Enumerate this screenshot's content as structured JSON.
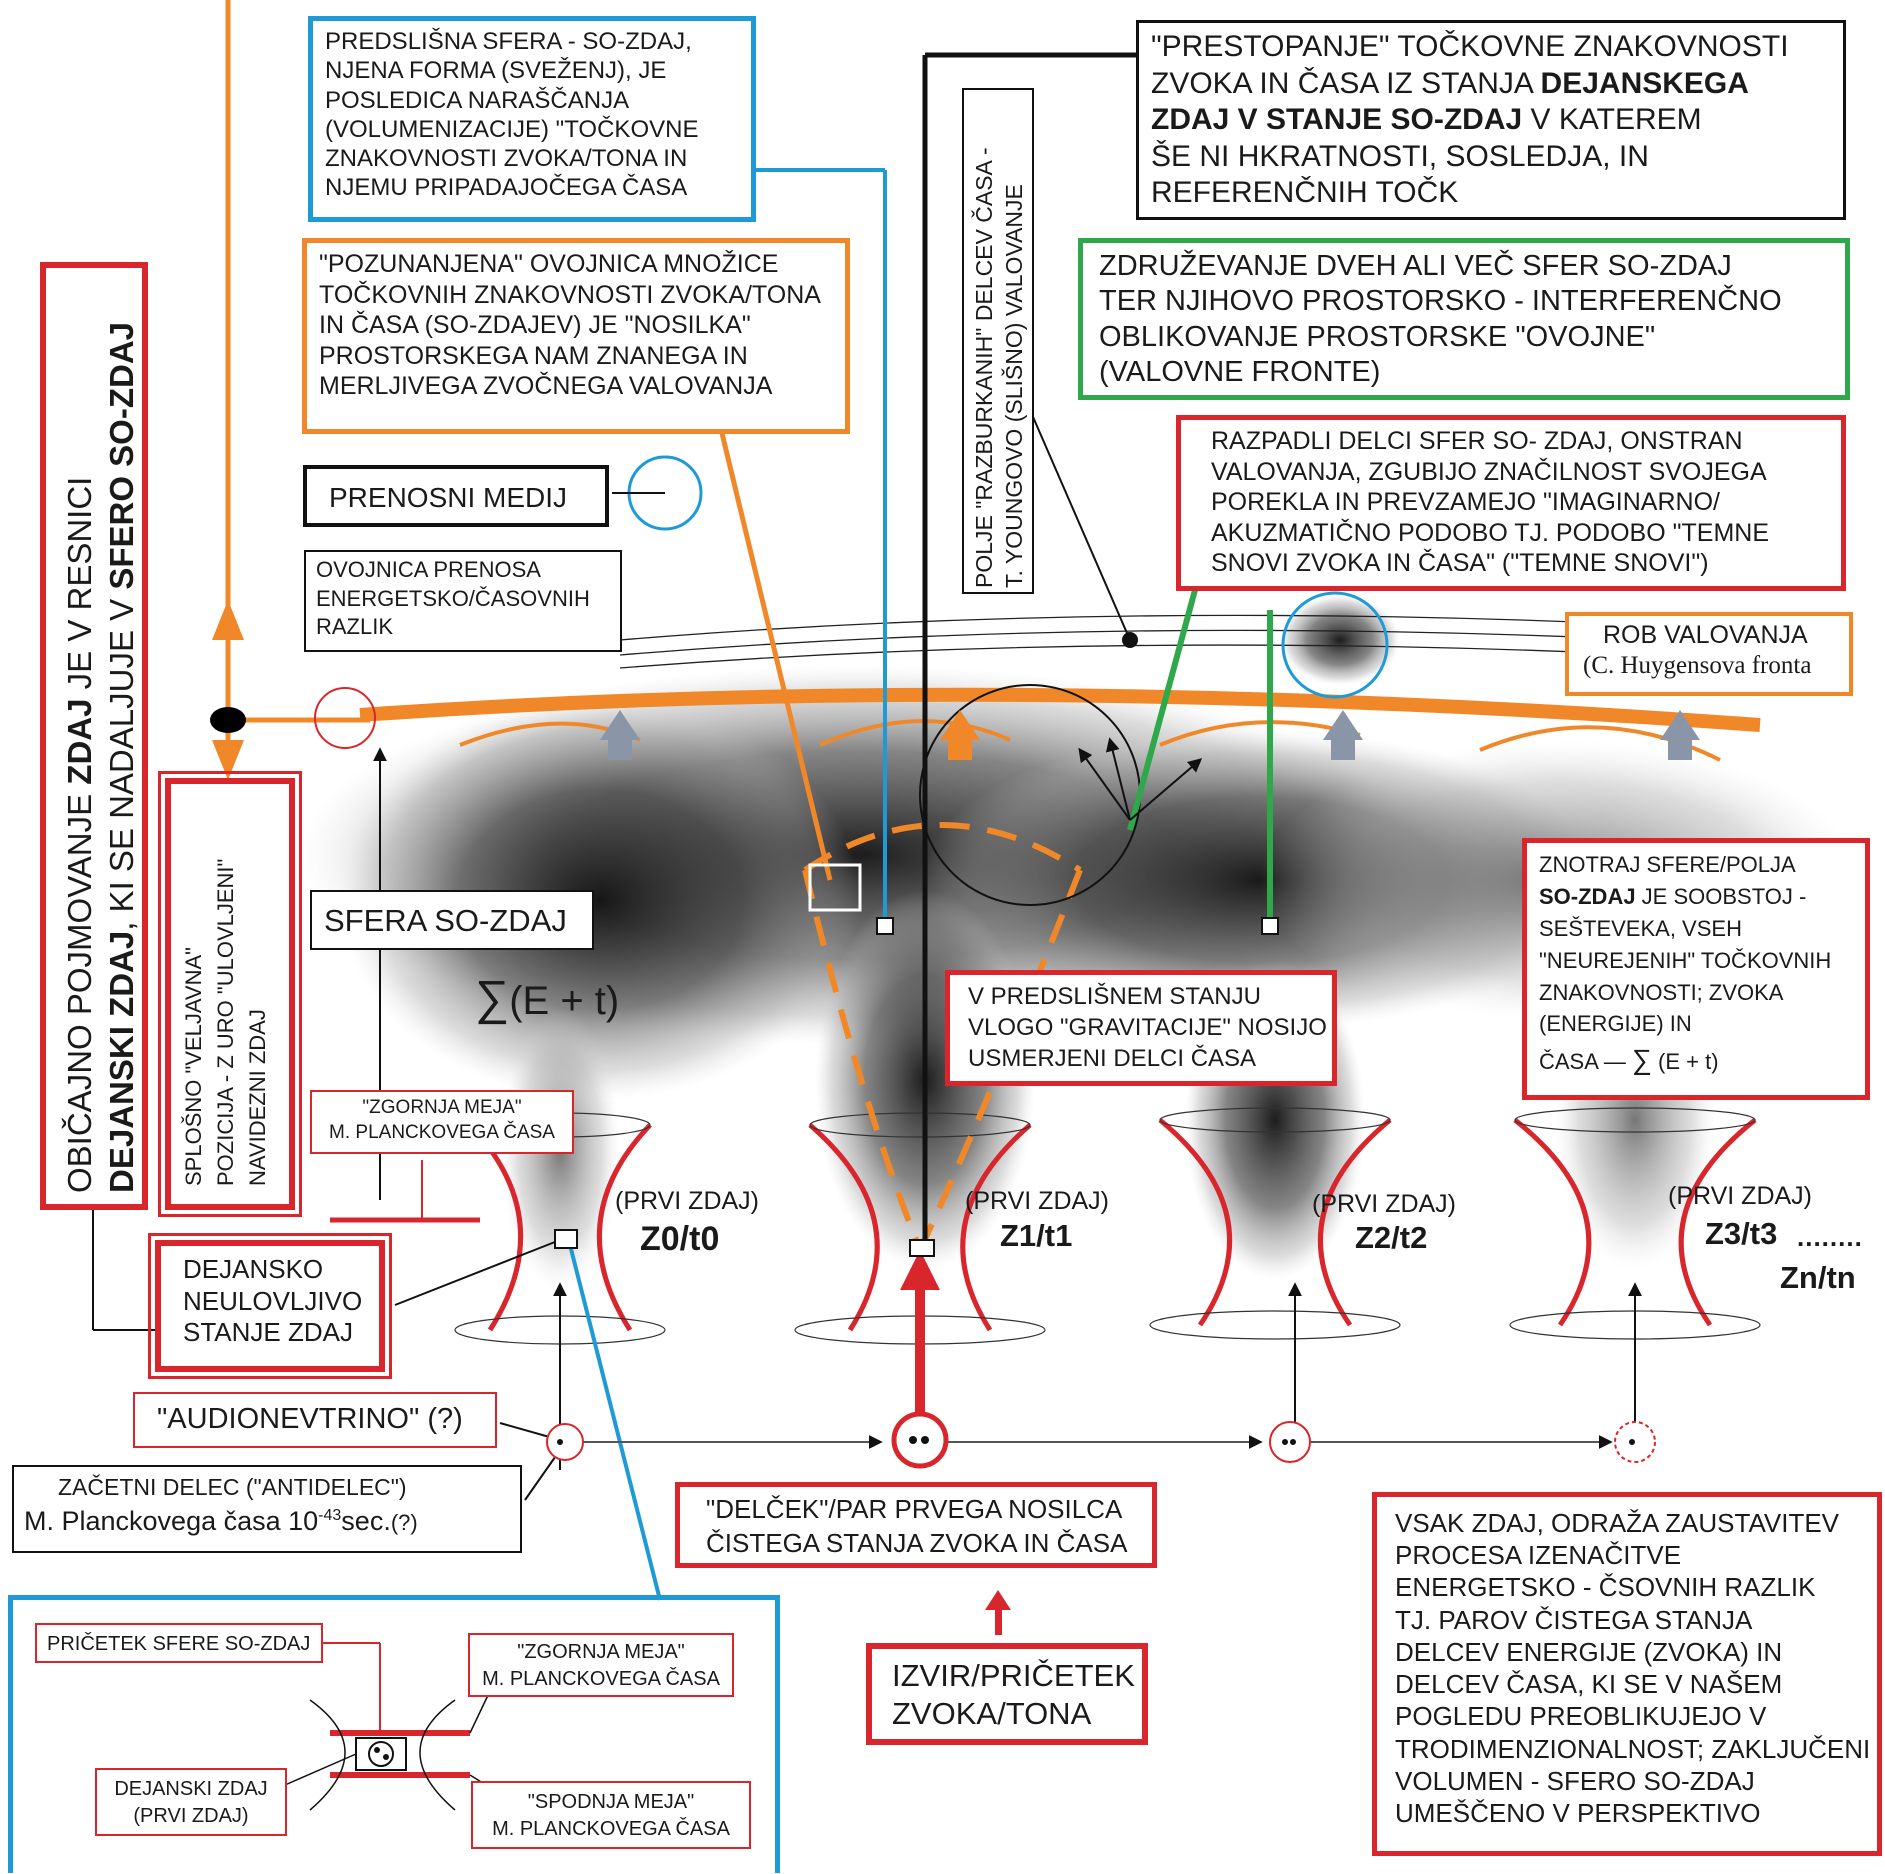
{
  "colors": {
    "orange": "#f0882a",
    "blue": "#1e9ad6",
    "green": "#2ea84a",
    "red": "#d9262c",
    "black": "#111111"
  },
  "boxes": {
    "predsl": [
      "PREDSLIŠNA SFERA - SO-ZDAJ,",
      "NJENA FORMA (SVEŽENJ), JE",
      "POSLEDICA NARAŠČANJA",
      "(VOLUMENIZACIJE) \"TOČKOVNE",
      "ZNAKOVNOSTI ZVOKA/TONA IN",
      "NJEMU PRIPADAJOČEGA ČASA"
    ],
    "prestop": [
      "\"PRESTOPANJE\" TOČKOVNE ZNAKOVNOSTI",
      "ZVOKA IN ČASA IZ STANJA ",
      "ZDAJ V STANJE ",
      "ŠE NI HKRATNOSTI, SOSLEDJA, IN",
      "REFERENČNIH TOČK"
    ],
    "prestop_bold": [
      "DEJANSKEGA",
      "SO-ZDAJ"
    ],
    "prestop_after": " V KATEREM",
    "pozun": [
      "\"POZUNANJENA\" OVOJNICA MNOŽICE",
      "TOČKOVNIH ZNAKOVNOSTI ZVOKA/TONA",
      "IN ČASA (SO-ZDAJEV) JE \"NOSILKA\"",
      "PROSTORSKEGA NAM ZNANEGA IN",
      "MERLJIVEGA ZVOČNEGA VALOVANJA"
    ],
    "zdruz": [
      "ZDRUŽEVANJE DVEH ALI VEČ SFER SO-ZDAJ",
      "TER NJIHOVO PROSTORSKO - INTERFERENČNO",
      "OBLIKOVANJE PROSTORSKE \"OVOJNE\"",
      "(VALOVNE FRONTE)"
    ],
    "razpad": [
      "RAZPADLI DELCI SFER SO- ZDAJ, ONSTRAN",
      "VALOVANJA, ZGUBIJO ZNAČILNOST SVOJEGA",
      "POREKLA IN PREVZAMEJO \"IMAGINARNO/",
      "AKUZMATIČNO PODOBO TJ. PODOBO \"TEMNE",
      "SNOVI ZVOKA IN ČASA\" (\"TEMNE SNOVI\")"
    ],
    "prenos": "PRENOSNI MEDIJ",
    "ovojnica": [
      "OVOJNICA PRENOSA",
      "ENERGETSKO/ČASOVNIH",
      "RAZLIK"
    ],
    "rob": [
      "ROB VALOVANJA",
      "(C. Huygensova fronta"
    ],
    "polje": [
      "POLJE \"RAZBURKANIH\" DELCEV ČASA -",
      "T. YOUNGOVO (SLIŠNO) VALOVANJE"
    ],
    "obicajno": [
      "OBIČAJNO POJMOVANJE ",
      "ZDAJ",
      " JE V RESNICI",
      "DEJANSKI ZDAJ",
      ", KI SE NADALJUJE V ",
      "SFERO SO-ZDAJ"
    ],
    "splosno": [
      "SPLOŠNO \"VELJAVNA\"",
      "POZICIJA - Z URO \"ULOVLJENI\"",
      "NAVIDEZNI ZDAJ"
    ],
    "sfera": "SFERA SO-ZDAJ",
    "sum": "(E + t)",
    "zgornja": [
      "\"ZGORNJA MEJA\"",
      "M. PLANCKOVEGA ČASA"
    ],
    "dejansko": [
      "DEJANSKO",
      "NEULOVLJIVO",
      "STANJE ZDAJ"
    ],
    "vpreds": [
      "V PREDSLIŠNEM STANJU",
      "VLOGO \"GRAVITACIJE\" NOSIJO",
      "USMERJENI DELCI ČASA"
    ],
    "znotraj": [
      "ZNOTRAJ SFERE/POLJA",
      "SO-ZDAJ",
      " JE SOOBSTOJ -",
      "SEŠTEVEKA, VSEH",
      "\"NEUREJENIH\" TOČKOVNIH",
      "ZNAKOVNOSTI; ZVOKA",
      "(ENERGIJE) IN",
      "ČASA",
      " (E + t)"
    ],
    "audio": "\"AUDIONEVTRINO\" (?)",
    "zacetni": [
      "ZAČETNI DELEC (\"ANTIDELEC\")",
      "M. Planckovega časa 10",
      "-43",
      "sec.",
      "(?)"
    ],
    "delcek": [
      "\"DELČEK\"/PAR PRVEGA NOSILCA",
      "ČISTEGA STANJA ZVOKA IN ČASA"
    ],
    "izvir": [
      "IZVIR/PRIČETEK",
      "ZVOKA/TONA"
    ],
    "vsak": [
      "VSAK ZDAJ, ODRAŽA ZAUSTAVITEV",
      "PROCESA IZENAČITVE",
      "ENERGETSKO - ČSOVNIH RAZLIK",
      "TJ. PAROV ČISTEGA STANJA",
      "DELCEV ENERGIJE (ZVOKA) IN",
      "DELCEV ČASA, KI SE V NAŠEM",
      "POGLEDU PREOBLIKUJEJO V",
      "TRODIMENZIONALNOST; ZAKLJUČENI",
      "VOLUMEN - SFERO SO-ZDAJ",
      "UMEŠČENO V PERSPEKTIVO"
    ],
    "inset": {
      "pricetek": "PRIČETEK SFERE SO-ZDAJ",
      "zgornja": [
        "\"ZGORNJA MEJA\"",
        "M. PLANCKOVEGA ČASA"
      ],
      "dejanski": [
        "DEJANSKI ZDAJ",
        "(PRVI ZDAJ)"
      ],
      "spodnja": [
        "\"SPODNJA MEJA\"",
        "M. PLANCKOVEGA ČASA"
      ]
    }
  },
  "nodes": [
    {
      "prvi": "(PRVI ZDAJ)",
      "label": "Z0/t0"
    },
    {
      "prvi": "(PRVI ZDAJ)",
      "label": "Z1/t1"
    },
    {
      "prvi": "(PRVI ZDAJ)",
      "label": "Z2/t2"
    },
    {
      "prvi": "(PRVI ZDAJ)",
      "label": "Z3/t3"
    }
  ],
  "dots": "........",
  "zn": "Zn/tn"
}
